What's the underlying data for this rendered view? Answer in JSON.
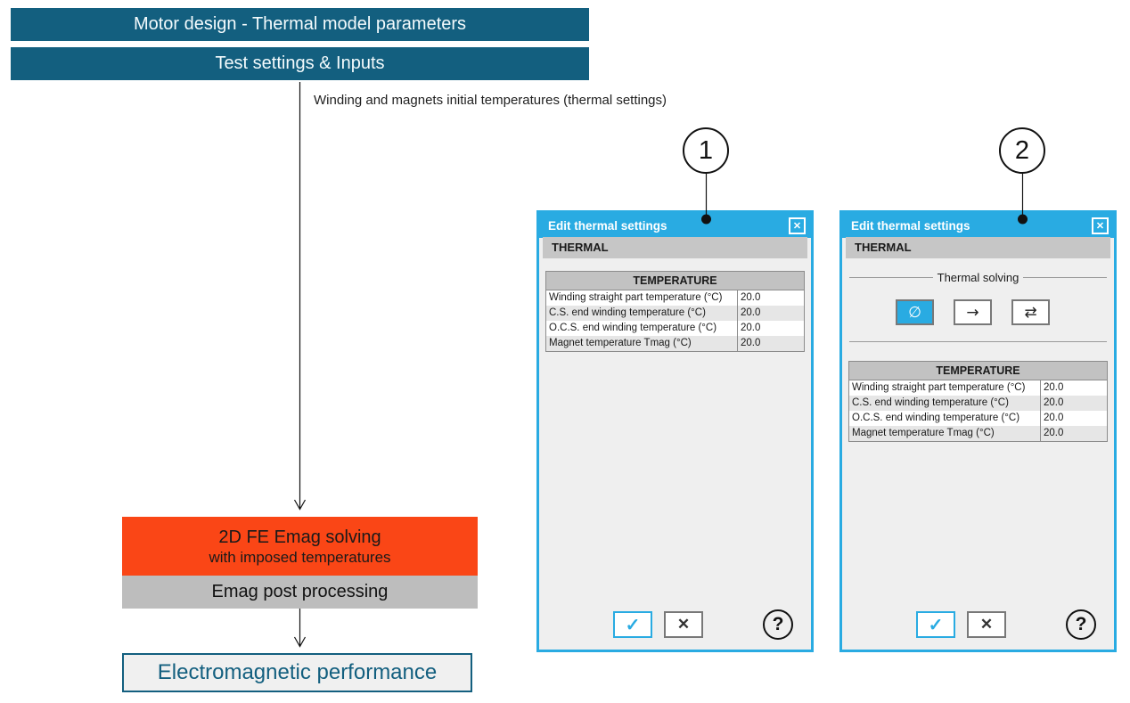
{
  "header": {
    "banner1": "Motor design - Thermal model parameters",
    "banner2": "Test settings & Inputs"
  },
  "flow": {
    "note": "Winding and magnets initial temperatures (thermal settings)",
    "emag_box_line1": "2D FE Emag solving",
    "emag_box_line2": "with imposed temperatures",
    "post_box": "Emag post processing",
    "result_box": "Electromagnetic performance"
  },
  "callouts": [
    {
      "label": "1"
    },
    {
      "label": "2"
    }
  ],
  "dialogs": [
    {
      "title": "Edit thermal settings",
      "close_icon": "✕",
      "section_header": "THERMAL",
      "table": {
        "header": "TEMPERATURE",
        "rows": [
          {
            "label": "Winding straight part temperature (°C)",
            "value": "20.0"
          },
          {
            "label": "C.S. end winding temperature (°C)",
            "value": "20.0"
          },
          {
            "label": "O.C.S. end winding temperature (°C)",
            "value": "20.0"
          },
          {
            "label": "Magnet temperature Tmag (°C)",
            "value": "20.0"
          }
        ]
      },
      "footer": {
        "ok_icon": "✓",
        "cancel_icon": "✕",
        "help_icon": "?"
      }
    },
    {
      "title": "Edit thermal settings",
      "close_icon": "✕",
      "section_header": "THERMAL",
      "thermal_solving": {
        "label": "Thermal solving",
        "options": [
          {
            "icon": "∅",
            "selected": true
          },
          {
            "icon": "→",
            "selected": false
          },
          {
            "icon": "⇄",
            "selected": false
          }
        ]
      },
      "table": {
        "header": "TEMPERATURE",
        "rows": [
          {
            "label": "Winding straight part temperature (°C)",
            "value": "20.0"
          },
          {
            "label": "C.S. end winding temperature (°C)",
            "value": "20.0"
          },
          {
            "label": "O.C.S. end winding temperature (°C)",
            "value": "20.0"
          },
          {
            "label": "Magnet temperature Tmag (°C)",
            "value": "20.0"
          }
        ]
      },
      "footer": {
        "ok_icon": "✓",
        "cancel_icon": "✕",
        "help_icon": "?"
      }
    }
  ],
  "colors": {
    "banner_teal": "#135f7f",
    "dialog_blue": "#29abe2",
    "solve_orange": "#fa4616",
    "post_gray": "#bdbdbd",
    "result_teal": "#135f7f"
  }
}
